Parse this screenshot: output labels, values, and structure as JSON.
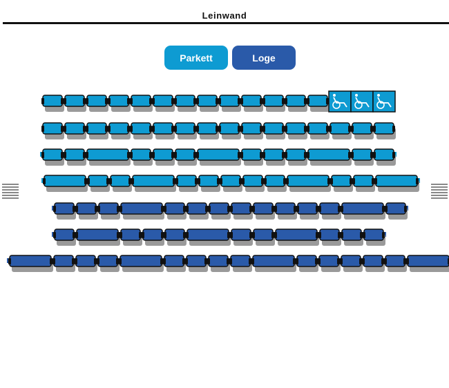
{
  "screen": {
    "title": "Leinwand"
  },
  "categories": [
    {
      "label": "Parkett",
      "color": "#0e9bd2"
    },
    {
      "label": "Loge",
      "color": "#2a5aa9"
    }
  ],
  "colors": {
    "parkett_seat": "#0e9bd2",
    "loge_seat": "#2a5aa9",
    "seat_outline": "#111111",
    "seat_shadow": "#9a9a9a",
    "wheelchair_icon": "#ffffff"
  },
  "icons": {
    "left": "lines-icon",
    "right": "lines-icon"
  },
  "rows": [
    {
      "category": "Parkett",
      "seats": [
        {
          "kind": "seat"
        },
        {
          "kind": "seat"
        },
        {
          "kind": "seat"
        },
        {
          "kind": "seat"
        },
        {
          "kind": "seat"
        },
        {
          "kind": "seat"
        },
        {
          "kind": "seat"
        },
        {
          "kind": "seat"
        },
        {
          "kind": "seat"
        },
        {
          "kind": "seat"
        },
        {
          "kind": "seat"
        },
        {
          "kind": "seat"
        },
        {
          "kind": "seat"
        },
        {
          "kind": "wheelchair"
        },
        {
          "kind": "wheelchair"
        },
        {
          "kind": "wheelchair"
        }
      ]
    },
    {
      "category": "Parkett",
      "seats": [
        {
          "kind": "seat"
        },
        {
          "kind": "seat"
        },
        {
          "kind": "seat"
        },
        {
          "kind": "seat"
        },
        {
          "kind": "seat"
        },
        {
          "kind": "seat"
        },
        {
          "kind": "seat"
        },
        {
          "kind": "seat"
        },
        {
          "kind": "seat"
        },
        {
          "kind": "seat"
        },
        {
          "kind": "seat"
        },
        {
          "kind": "seat"
        },
        {
          "kind": "seat"
        },
        {
          "kind": "seat"
        },
        {
          "kind": "seat"
        },
        {
          "kind": "seat"
        }
      ]
    },
    {
      "category": "Parkett",
      "seats": [
        {
          "kind": "seat"
        },
        {
          "kind": "seat"
        },
        {
          "kind": "double"
        },
        {
          "kind": "seat"
        },
        {
          "kind": "seat"
        },
        {
          "kind": "seat"
        },
        {
          "kind": "double"
        },
        {
          "kind": "seat"
        },
        {
          "kind": "seat"
        },
        {
          "kind": "seat"
        },
        {
          "kind": "double"
        },
        {
          "kind": "seat"
        },
        {
          "kind": "seat"
        }
      ]
    },
    {
      "category": "Parkett",
      "seats": [
        {
          "kind": "double"
        },
        {
          "kind": "seat"
        },
        {
          "kind": "seat"
        },
        {
          "kind": "double"
        },
        {
          "kind": "seat"
        },
        {
          "kind": "seat"
        },
        {
          "kind": "seat"
        },
        {
          "kind": "seat"
        },
        {
          "kind": "seat"
        },
        {
          "kind": "double"
        },
        {
          "kind": "seat"
        },
        {
          "kind": "seat"
        },
        {
          "kind": "double"
        }
      ]
    },
    {
      "category": "Loge",
      "seats": [
        {
          "kind": "seat"
        },
        {
          "kind": "seat"
        },
        {
          "kind": "seat"
        },
        {
          "kind": "double"
        },
        {
          "kind": "seat"
        },
        {
          "kind": "seat"
        },
        {
          "kind": "seat"
        },
        {
          "kind": "seat"
        },
        {
          "kind": "seat"
        },
        {
          "kind": "seat"
        },
        {
          "kind": "seat"
        },
        {
          "kind": "seat"
        },
        {
          "kind": "double"
        },
        {
          "kind": "seat"
        }
      ]
    },
    {
      "category": "Loge",
      "seats": [
        {
          "kind": "seat"
        },
        {
          "kind": "double"
        },
        {
          "kind": "seat"
        },
        {
          "kind": "seat"
        },
        {
          "kind": "seat"
        },
        {
          "kind": "double"
        },
        {
          "kind": "seat"
        },
        {
          "kind": "seat"
        },
        {
          "kind": "double"
        },
        {
          "kind": "seat"
        },
        {
          "kind": "seat"
        },
        {
          "kind": "seat"
        }
      ]
    },
    {
      "category": "Loge",
      "seats": [
        {
          "kind": "double"
        },
        {
          "kind": "seat"
        },
        {
          "kind": "seat"
        },
        {
          "kind": "seat"
        },
        {
          "kind": "double"
        },
        {
          "kind": "seat"
        },
        {
          "kind": "seat"
        },
        {
          "kind": "seat"
        },
        {
          "kind": "seat"
        },
        {
          "kind": "double"
        },
        {
          "kind": "seat"
        },
        {
          "kind": "seat"
        },
        {
          "kind": "seat"
        },
        {
          "kind": "seat"
        },
        {
          "kind": "seat"
        },
        {
          "kind": "double"
        }
      ]
    }
  ]
}
